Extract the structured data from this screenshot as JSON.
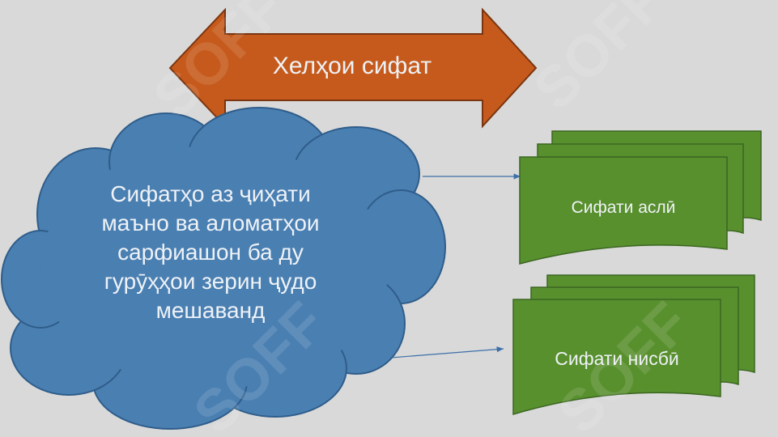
{
  "diagram": {
    "arrow": {
      "label": "Хелҳои сифат",
      "fill": "#c65a1c",
      "stroke": "#7a3510"
    },
    "cloud": {
      "lines": [
        "Сифатҳо аз ҷиҳати",
        "маъно ва аломатҳои",
        "сарфиашон ба ду",
        "гурӯҳҳои зерин ҷудо",
        "мешаванд"
      ],
      "fill": "#4a7fb2",
      "stroke": "#2f5d8a"
    },
    "documents": [
      {
        "label": "Сифати аслӣ"
      },
      {
        "label": "Сифати нисбӣ"
      }
    ],
    "colors": {
      "doc_fill": "#59902e",
      "doc_stroke": "#3a6620",
      "connector": "#3d6fa8",
      "background": "#d9d9d9"
    },
    "watermark": {
      "text": "SOFF"
    }
  }
}
